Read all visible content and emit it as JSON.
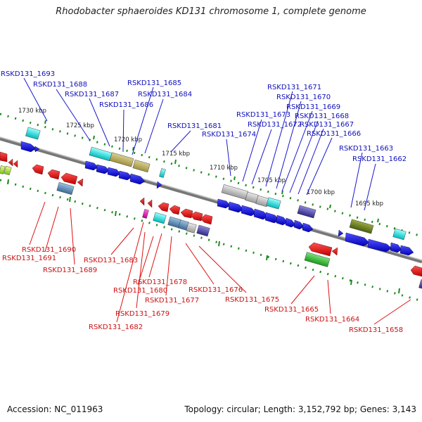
{
  "title": "Rhodobacter sphaeroides KD131 chromosome 1, complete genome",
  "accession_text": "Accession: NC_011963",
  "topology_text": "Topology: circular; Length: 3,152,792 bp; Genes: 3,143",
  "colors": {
    "backbone": "#8a8a8a",
    "tick": "#2a8a2a",
    "upper_label": "#1010bb",
    "lower_label": "#cc1111",
    "forward_gene": "#1a1aee",
    "reverse_gene": "#ee1111"
  },
  "kbp_labels": [
    "1730 kbp",
    "1725 kbp",
    "1720 kbp",
    "1715 kbp",
    "1710 kbp",
    "1705 kbp",
    "1700 kbp",
    "1695 kbp"
  ],
  "upper_gene_labels": [
    "RSKD131_1693",
    "RSKD131_1688",
    "RSKD131_1687",
    "RSKD131_1686",
    "RSKD131_1685",
    "RSKD131_1684",
    "RSKD131_1681",
    "RSKD131_1674",
    "RSKD131_1673",
    "RSKD131_1672",
    "RSKD131_1671",
    "RSKD131_1670",
    "RSKD131_1669",
    "RSKD131_1668",
    "RSKD131_1667",
    "RSKD131_1666",
    "RSKD131_1663",
    "RSKD131_1662"
  ],
  "lower_gene_labels": [
    "RSKD131_1690",
    "RSKD131_1691",
    "RSKD131_1689",
    "RSKD131_1683",
    "RSKD131_1678",
    "RSKD131_1680",
    "RSKD131_1677",
    "RSKD131_1679",
    "RSKD131_1682",
    "RSKD131_1676",
    "RSKD131_1675",
    "RSKD131_1665",
    "RSKD131_1664",
    "RSKD131_1658"
  ]
}
